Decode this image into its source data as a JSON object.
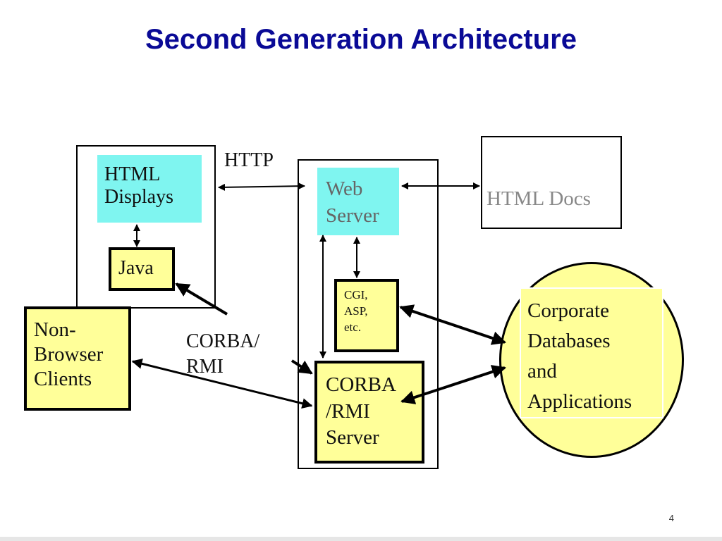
{
  "title": "Second Generation Architecture",
  "page_number": "4",
  "nodes": {
    "html_displays": "HTML\nDisplays",
    "java": "Java",
    "non_browser_clients": "Non-\nBrowser\nClients",
    "web_server": "Web\nServer",
    "cgi_asp": "CGI,\nASP,\netc.",
    "corba_rmi_server": "CORBA\n/RMI\nServer",
    "html_docs": "HTML Docs",
    "corporate_databases": "Corporate\nDatabases\nand\nApplications"
  },
  "edge_labels": {
    "http": "HTTP",
    "corba_rmi": "CORBA/\nRMI"
  },
  "colors": {
    "title": "#0a0a96",
    "cyan_box": "#7ff5f0",
    "yellow_box": "#ffff99"
  }
}
